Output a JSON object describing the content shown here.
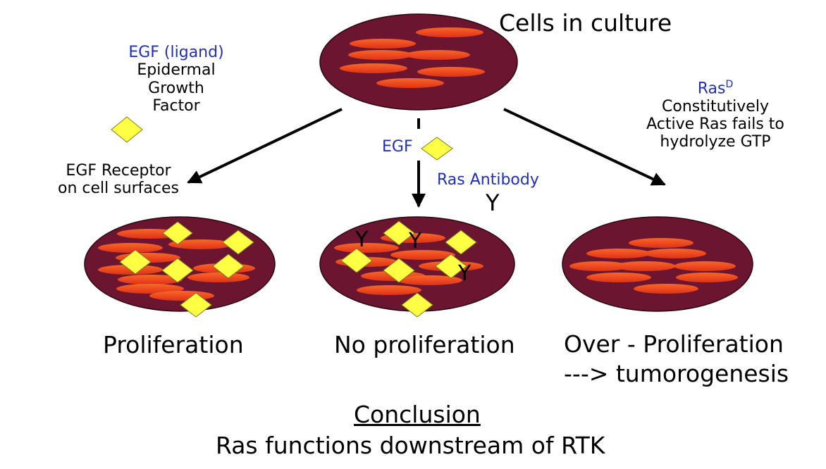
{
  "title": "Cells in culture",
  "egf_legend": {
    "ligand": "EGF (ligand)",
    "line1": "Epidermal",
    "line2": "Growth",
    "line3": "Factor"
  },
  "receptor_label": {
    "line1": "EGF Receptor",
    "line2": "on cell surfaces"
  },
  "middle": {
    "egf": "EGF",
    "antibody": "Ras Antibody",
    "antibody_symbol": "Y"
  },
  "ras_d": {
    "name": "Ras",
    "superscript": "D",
    "line1": "Constitutively",
    "line2": "Active Ras fails to",
    "line3": "hydrolyze GTP"
  },
  "outcomes": {
    "left": "Proliferation",
    "middle": "No proliferation",
    "right_line1": "Over - Proliferation",
    "right_line2": "---> tumorogenesis"
  },
  "conclusion": {
    "heading": "Conclusion",
    "text": "Ras functions downstream of RTK"
  },
  "colors": {
    "dish": "#6b1530",
    "cell": "#f04a1e",
    "egf": "#ffff44",
    "label_blue": "#1f2fb8"
  }
}
